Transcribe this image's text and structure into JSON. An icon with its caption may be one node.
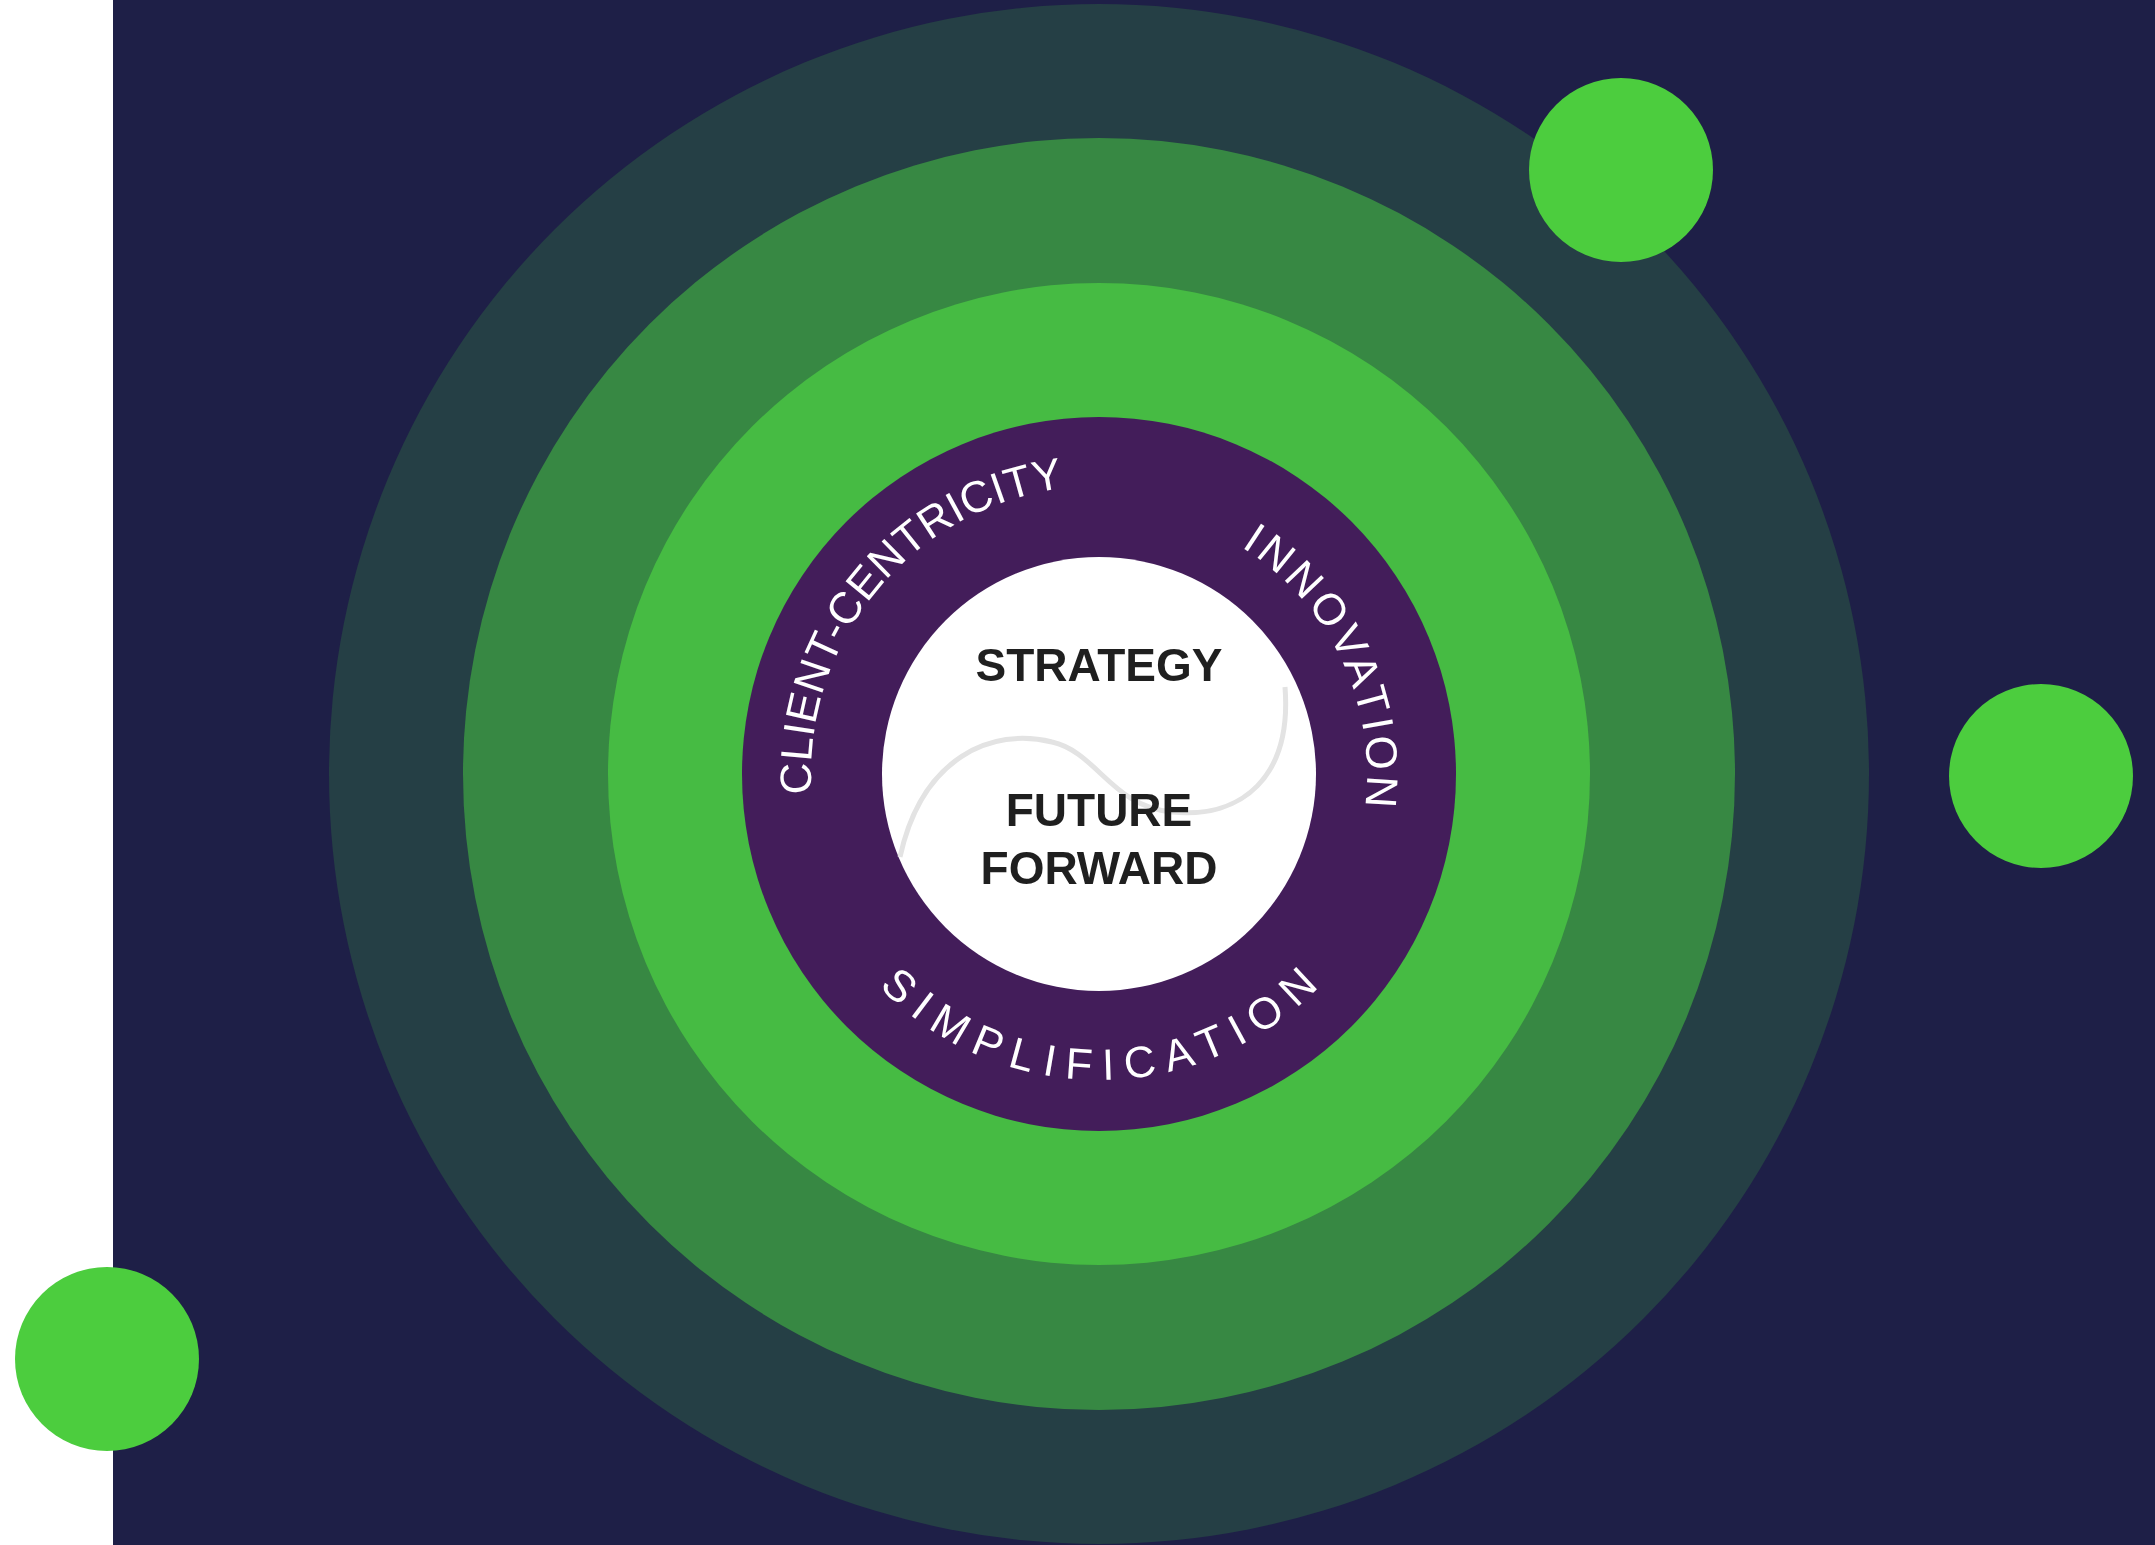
{
  "diagram": {
    "nodes": [
      {
        "text": [
          "CLIENT-CENTRICITY",
          "INNOVATION",
          "SIMPLIFICATION"
        ]
      },
      {
        "text": [
          "STRATEGY",
          "FUTURE FORWARD"
        ],
        "in": 0
      },
      {
        "text": [],
        "shape": "circle"
      },
      {
        "text": [],
        "shape": "circle"
      },
      {
        "text": [],
        "shape": "circle"
      }
    ]
  }
}
